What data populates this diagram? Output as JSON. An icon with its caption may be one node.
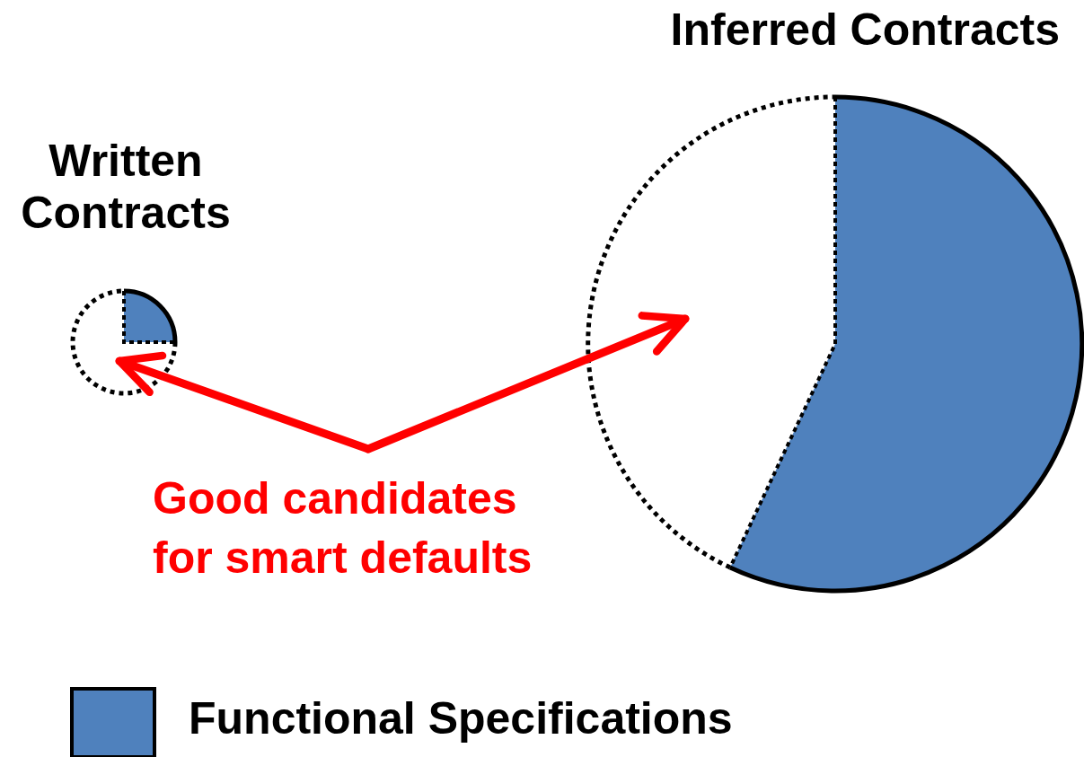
{
  "diagram": {
    "nodes": [
      {
        "text": [
          "Written Contracts"
        ]
      },
      {
        "text": [
          "Inferred Contracts"
        ]
      },
      {
        "text": [
          "Good candidates for smart defaults"
        ]
      }
    ],
    "edges": [
      {
        "from": 2,
        "to": 0,
        "arrow": "to",
        "color": "#ff0000"
      },
      {
        "from": 2,
        "to": 1,
        "arrow": "to",
        "color": "#ff0000"
      }
    ],
    "legend": [
      {
        "text": "Functional Specifications",
        "color": "#4f81bd"
      }
    ]
  }
}
